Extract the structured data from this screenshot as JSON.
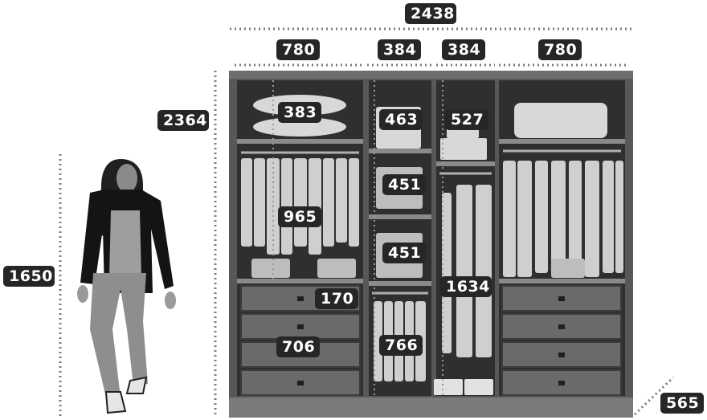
{
  "dimensions": {
    "total_width": "2438",
    "section_1_width": "780",
    "section_2_width": "384",
    "section_3_width": "384",
    "section_4_width": "780",
    "total_height": "2364",
    "person_height": "1650",
    "depth": "565",
    "top_left_shelf": "383",
    "top_mid_left_shelf": "463",
    "top_mid_right_shelf": "527",
    "left_hanging": "965",
    "mid_shelf_1": "451",
    "mid_shelf_2": "451",
    "long_hanging": "1634",
    "drawer_gap": "170",
    "drawers_height": "706",
    "bottom_hanging": "766"
  },
  "colors": {
    "label_bg": "#262626",
    "label_text": "#ffffff",
    "dimension_line": "#7a7a7a",
    "wardrobe_frame": "#4a4a4a"
  }
}
